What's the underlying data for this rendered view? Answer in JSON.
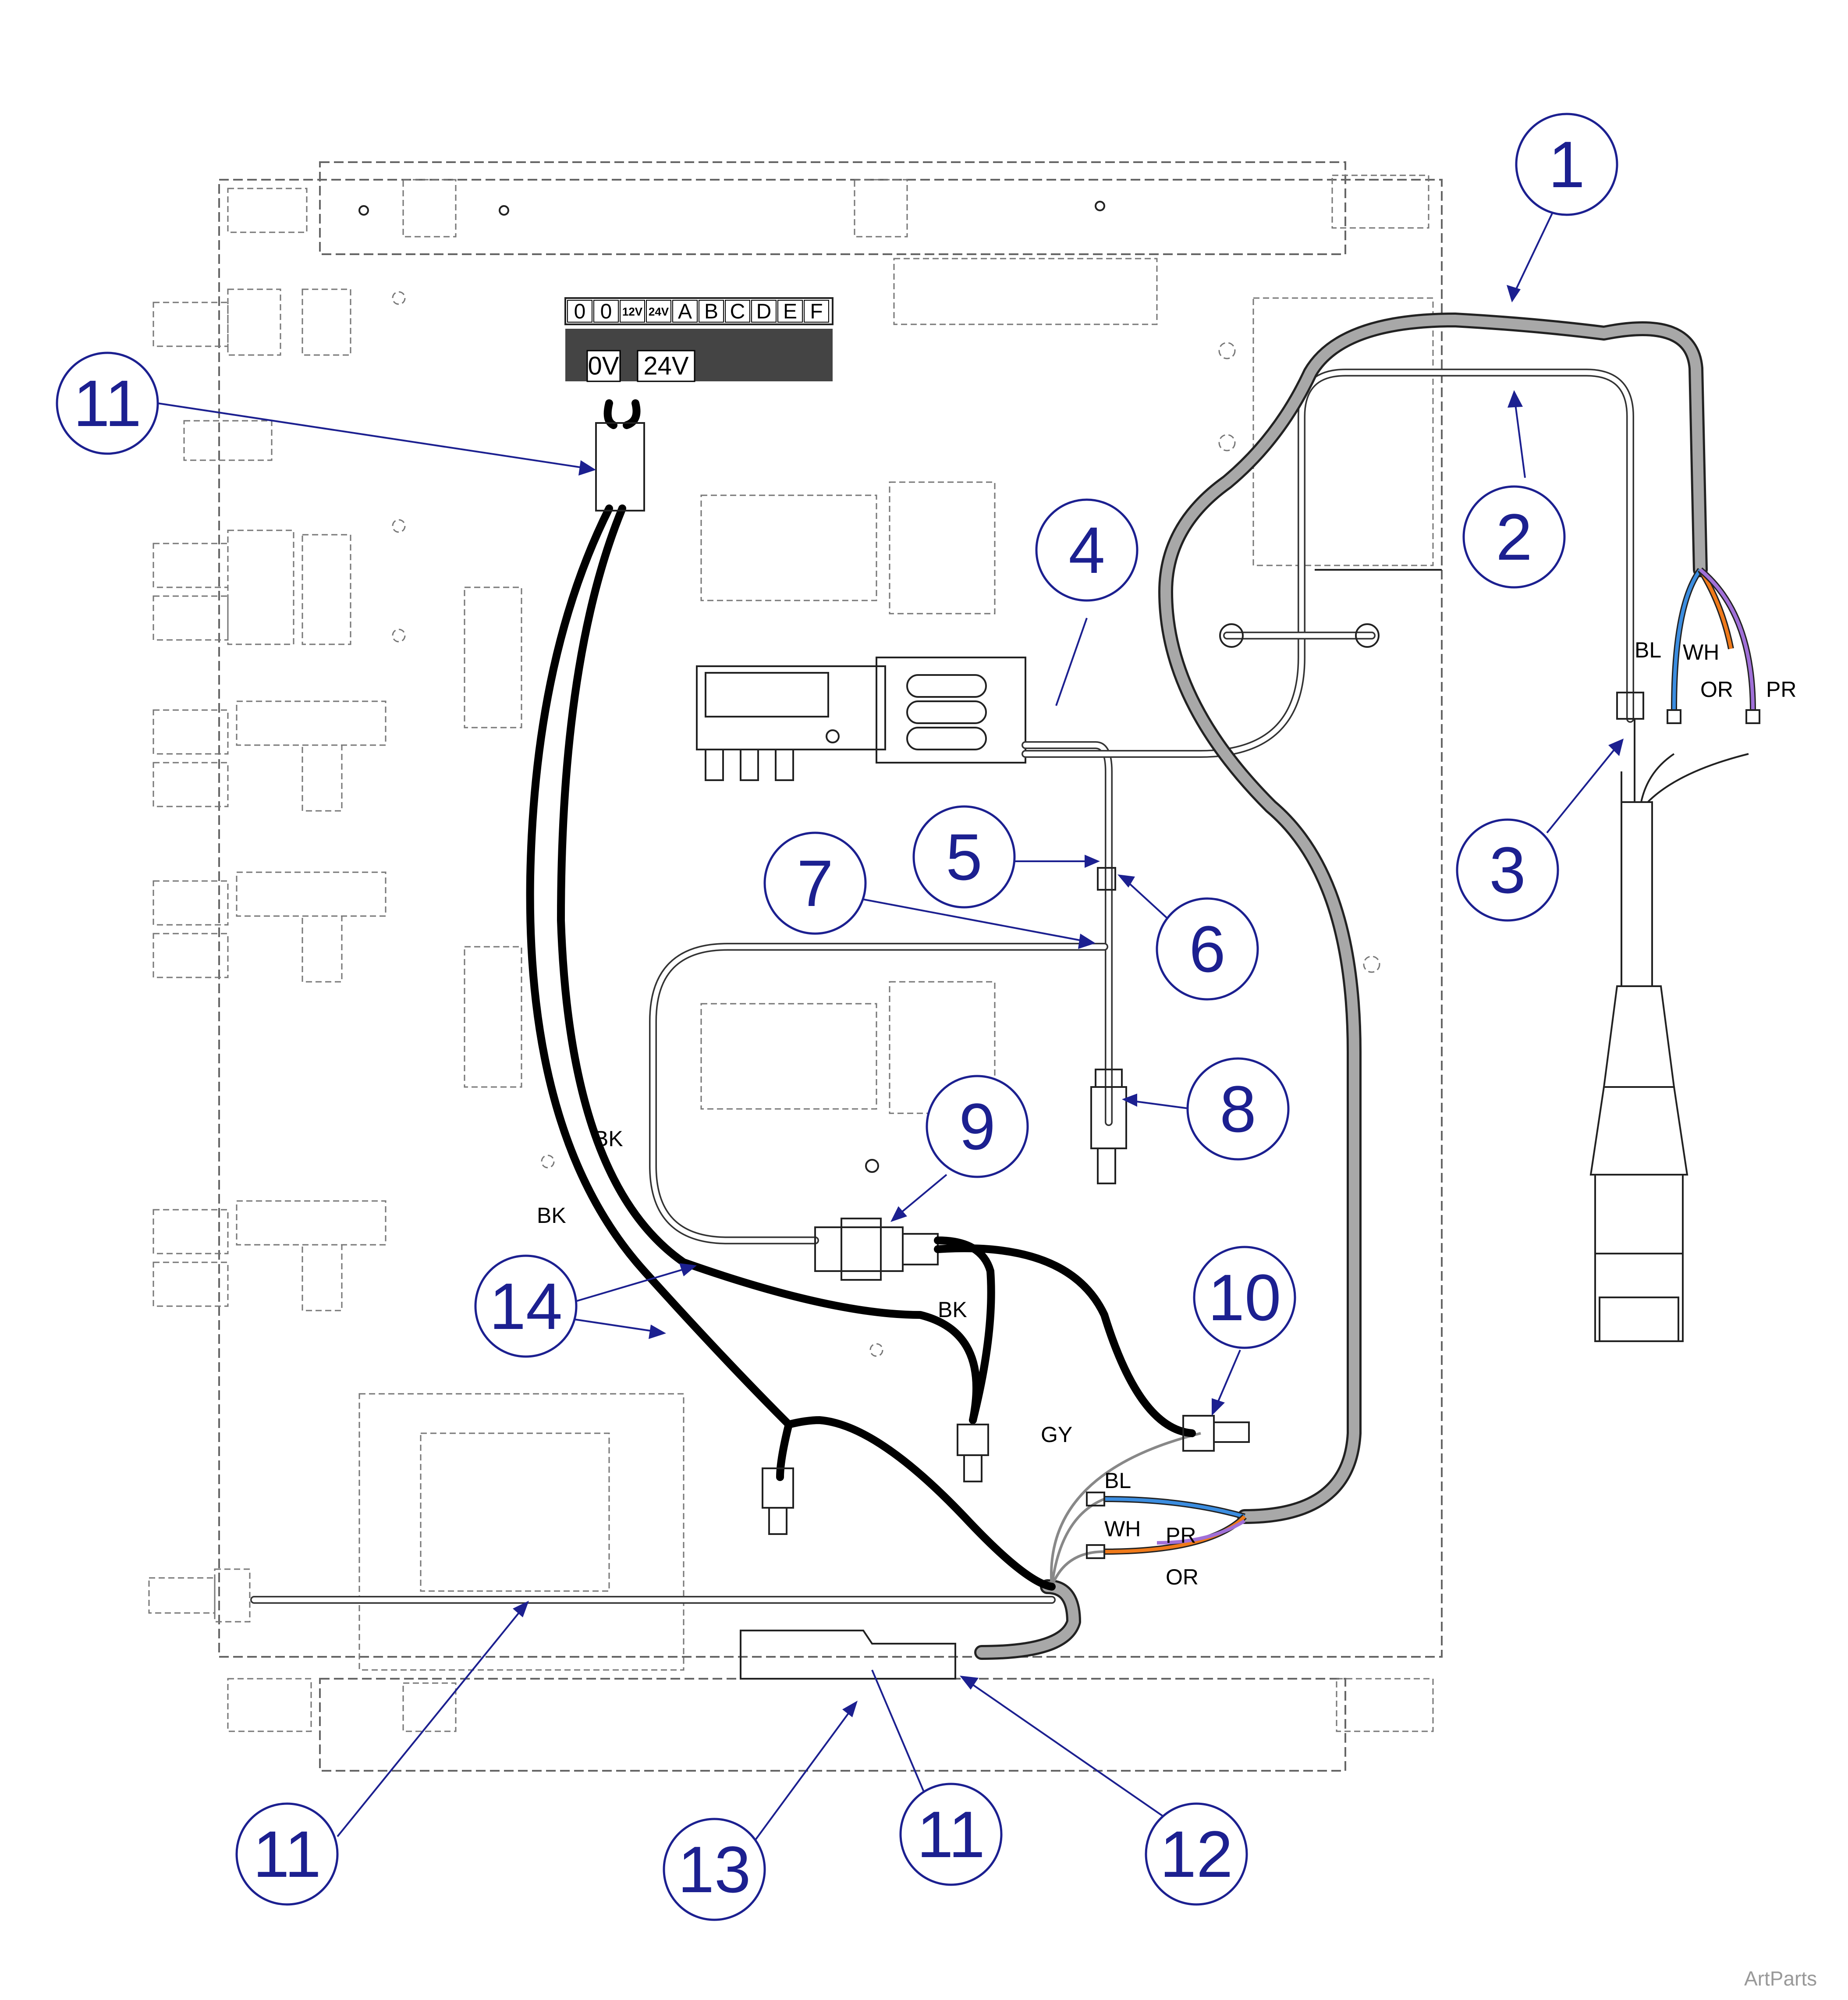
{
  "callouts": [
    {
      "id": "c1",
      "label": "1"
    },
    {
      "id": "c2",
      "label": "2"
    },
    {
      "id": "c3",
      "label": "3"
    },
    {
      "id": "c4",
      "label": "4"
    },
    {
      "id": "c5",
      "label": "5"
    },
    {
      "id": "c6",
      "label": "6"
    },
    {
      "id": "c7",
      "label": "7"
    },
    {
      "id": "c8",
      "label": "8"
    },
    {
      "id": "c9",
      "label": "9"
    },
    {
      "id": "c10",
      "label": "10"
    },
    {
      "id": "c11a",
      "label": "11"
    },
    {
      "id": "c11b",
      "label": "11"
    },
    {
      "id": "c11c",
      "label": "11"
    },
    {
      "id": "c12",
      "label": "12"
    },
    {
      "id": "c13",
      "label": "13"
    },
    {
      "id": "c14",
      "label": "14"
    }
  ],
  "terminal_strip": {
    "labels": [
      "0",
      "0",
      "12V",
      "24V",
      "A",
      "B",
      "C",
      "D",
      "E",
      "F"
    ],
    "tag_0v": "0V",
    "tag_24v": "24V"
  },
  "wire_labels": {
    "bl_top": "BL",
    "wh_top": "WH",
    "or_top": "OR",
    "pr_top": "PR",
    "bk_1": "BK",
    "bk_2": "BK",
    "bk_3": "BK",
    "gy": "GY",
    "bl_bottom": "BL",
    "wh_bottom": "WH",
    "pr_bottom": "PR",
    "or_bottom": "OR"
  },
  "colors": {
    "callout_blue": "#1c2090",
    "wire_blue": "#3b8de0",
    "wire_orange": "#f07a1a",
    "wire_purple": "#a070d8",
    "cable_gray": "#a8a8a8"
  },
  "watermark": "ArtParts"
}
